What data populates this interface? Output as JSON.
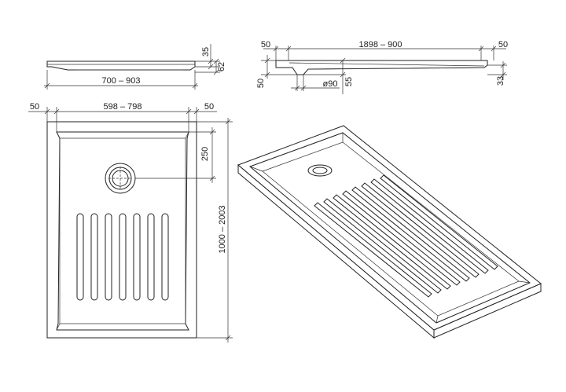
{
  "colors": {
    "line": "#222222",
    "background": "#ffffff"
  },
  "side_view": {
    "width": "700 – 903",
    "rim": "35",
    "height": "62"
  },
  "front_view": {
    "margin_left": "50",
    "length": "1898 – 900",
    "margin_right": "50",
    "left_height": "50",
    "drain_diameter": "ø90",
    "drain_depth": "55",
    "right_height": "33"
  },
  "plan_view": {
    "margin_left": "50",
    "inner_width": "598 – 798",
    "margin_right": "50",
    "drain_offset": "250",
    "length": "1000 – 2003"
  }
}
